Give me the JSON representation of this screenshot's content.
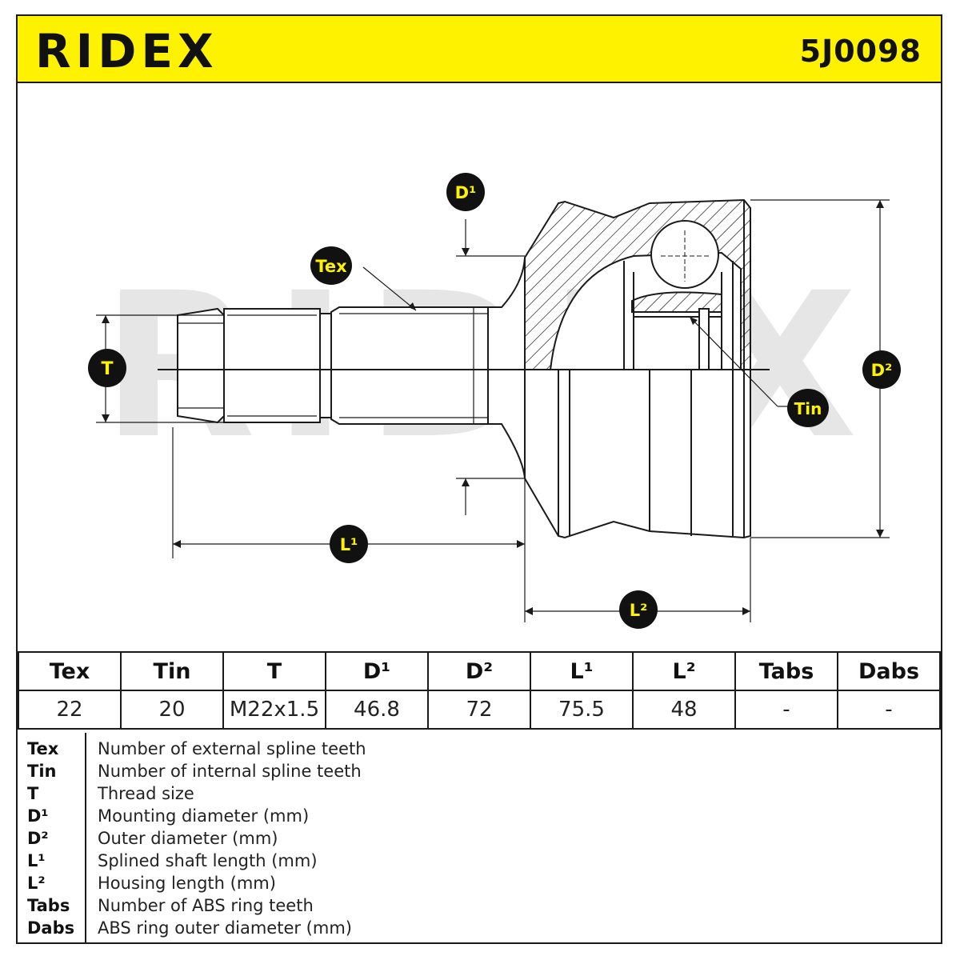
{
  "header": {
    "brand": "RIDEX",
    "part_number": "5J0098"
  },
  "drawing": {
    "labels": {
      "tex": "Tex",
      "tin": "Tin",
      "t": "T",
      "d1": "D¹",
      "d2": "D²",
      "l1": "L¹",
      "l2": "L²"
    },
    "watermark": "RIDEX"
  },
  "colors": {
    "accent_yellow": "#fff200",
    "label_bg": "#111111",
    "label_text": "#fff200",
    "line": "#1a1a1a",
    "watermark": "#e6e6e6"
  },
  "table": {
    "headers": [
      "Tex",
      "Tin",
      "T",
      "D¹",
      "D²",
      "L¹",
      "L²",
      "Tabs",
      "Dabs"
    ],
    "values": [
      "22",
      "20",
      "M22x1.5",
      "46.8",
      "72",
      "75.5",
      "48",
      "-",
      "-"
    ]
  },
  "legend": [
    {
      "key": "Tex",
      "text": "Number of external spline teeth"
    },
    {
      "key": "Tin",
      "text": "Number of internal spline teeth"
    },
    {
      "key": "T",
      "text": "Thread size"
    },
    {
      "key": "D¹",
      "text": "Mounting diameter (mm)"
    },
    {
      "key": "D²",
      "text": "Outer diameter (mm)"
    },
    {
      "key": "L¹",
      "text": "Splined shaft length (mm)"
    },
    {
      "key": "L²",
      "text": "Housing length (mm)"
    },
    {
      "key": "Tabs",
      "text": "Number of ABS ring teeth"
    },
    {
      "key": "Dabs",
      "text": "ABS ring outer diameter (mm)"
    }
  ]
}
